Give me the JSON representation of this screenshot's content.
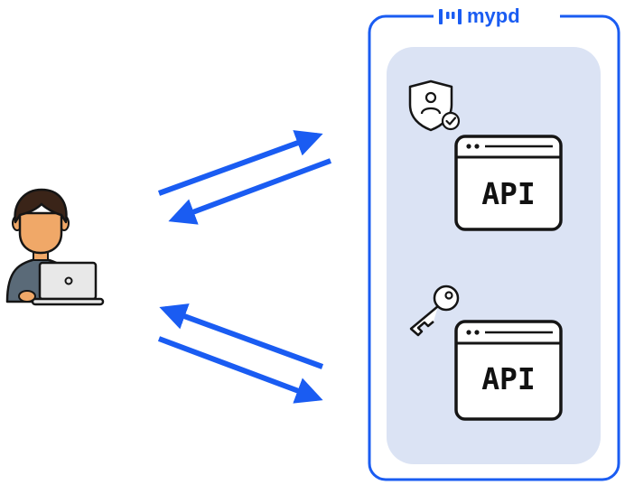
{
  "brand": {
    "name": "mypd",
    "logo_icon": "mypd-logo-icon"
  },
  "backend": {
    "panels": [
      {
        "badge_icon": "shield-user-check-icon",
        "label": "API"
      },
      {
        "badge_icon": "key-icon",
        "label": "API"
      }
    ]
  },
  "client": {
    "icon": "user-with-laptop-icon"
  },
  "connections": [
    {
      "from": "client",
      "to": "backend",
      "direction": "request"
    },
    {
      "from": "backend",
      "to": "client",
      "direction": "response"
    },
    {
      "from": "backend",
      "to": "client",
      "direction": "response"
    },
    {
      "from": "client",
      "to": "backend",
      "direction": "request"
    }
  ],
  "colors": {
    "accent": "#1a5cf2",
    "container_fill": "#dbe3f4",
    "outline": "#151515",
    "skin": "#f0a868",
    "hair": "#3a2418",
    "shirt": "#5a6a78"
  }
}
